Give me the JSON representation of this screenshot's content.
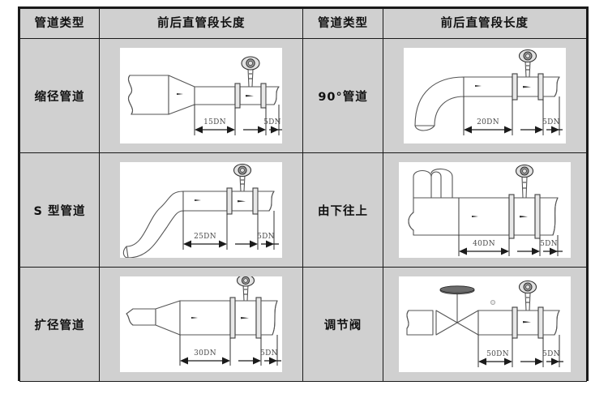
{
  "table": {
    "headers": [
      "管道类型",
      "前后直管段长度",
      "管道类型",
      "前后直管段长度"
    ],
    "rows": [
      {
        "left": {
          "type": "缩径管道",
          "diagram": "reducer-pipe",
          "dim_upstream": "15DN",
          "dim_downstream": "5DN"
        },
        "right": {
          "type": "90°管道",
          "diagram": "elbow-90-pipe",
          "dim_upstream": "20DN",
          "dim_downstream": "5DN"
        }
      },
      {
        "left": {
          "type": "S 型管道",
          "diagram": "s-shaped-pipe",
          "dim_upstream": "25DN",
          "dim_downstream": "5DN"
        },
        "right": {
          "type": "由下往上",
          "diagram": "bottom-to-top-pipe",
          "dim_upstream": "40DN",
          "dim_downstream": "5DN"
        }
      },
      {
        "left": {
          "type": "扩径管道",
          "diagram": "expander-pipe",
          "dim_upstream": "30DN",
          "dim_downstream": "5DN"
        },
        "right": {
          "type": "调节阀",
          "diagram": "control-valve-pipe",
          "dim_upstream": "50DN",
          "dim_downstream": "5DN"
        }
      }
    ]
  },
  "colors": {
    "cell_background": "#d0d0d0",
    "diagram_background": "#ffffff",
    "border": "#1a1a1a",
    "text": "#111111",
    "dimension_text": "#4a4a4a"
  }
}
